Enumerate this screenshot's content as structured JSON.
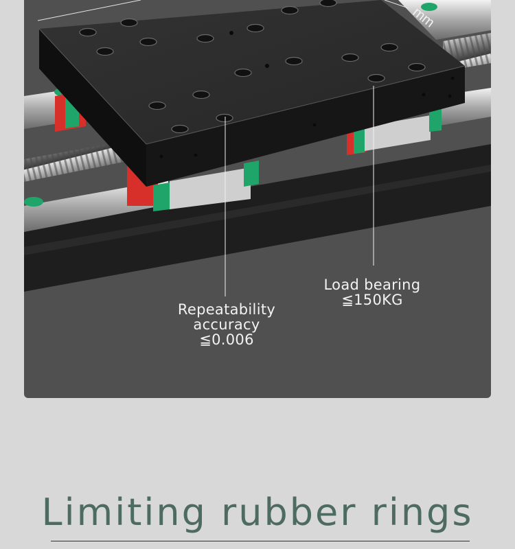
{
  "callouts": {
    "repeatability": {
      "line1": "Repeatability",
      "line2": "accuracy",
      "line3": "≦0.006"
    },
    "load_bearing": {
      "line1": "Load bearing",
      "line2": "≦150KG"
    }
  },
  "dimension_fragment": "mm",
  "section": {
    "title": "Limiting rubber rings"
  },
  "colors": {
    "panel": "#505050",
    "page_background": "#d8d8d8",
    "title": "#4d6b60",
    "slider_block_red": "#d7302a",
    "slider_block_green": "#1fa56a",
    "carriage_plate": "#2b2b2b"
  }
}
